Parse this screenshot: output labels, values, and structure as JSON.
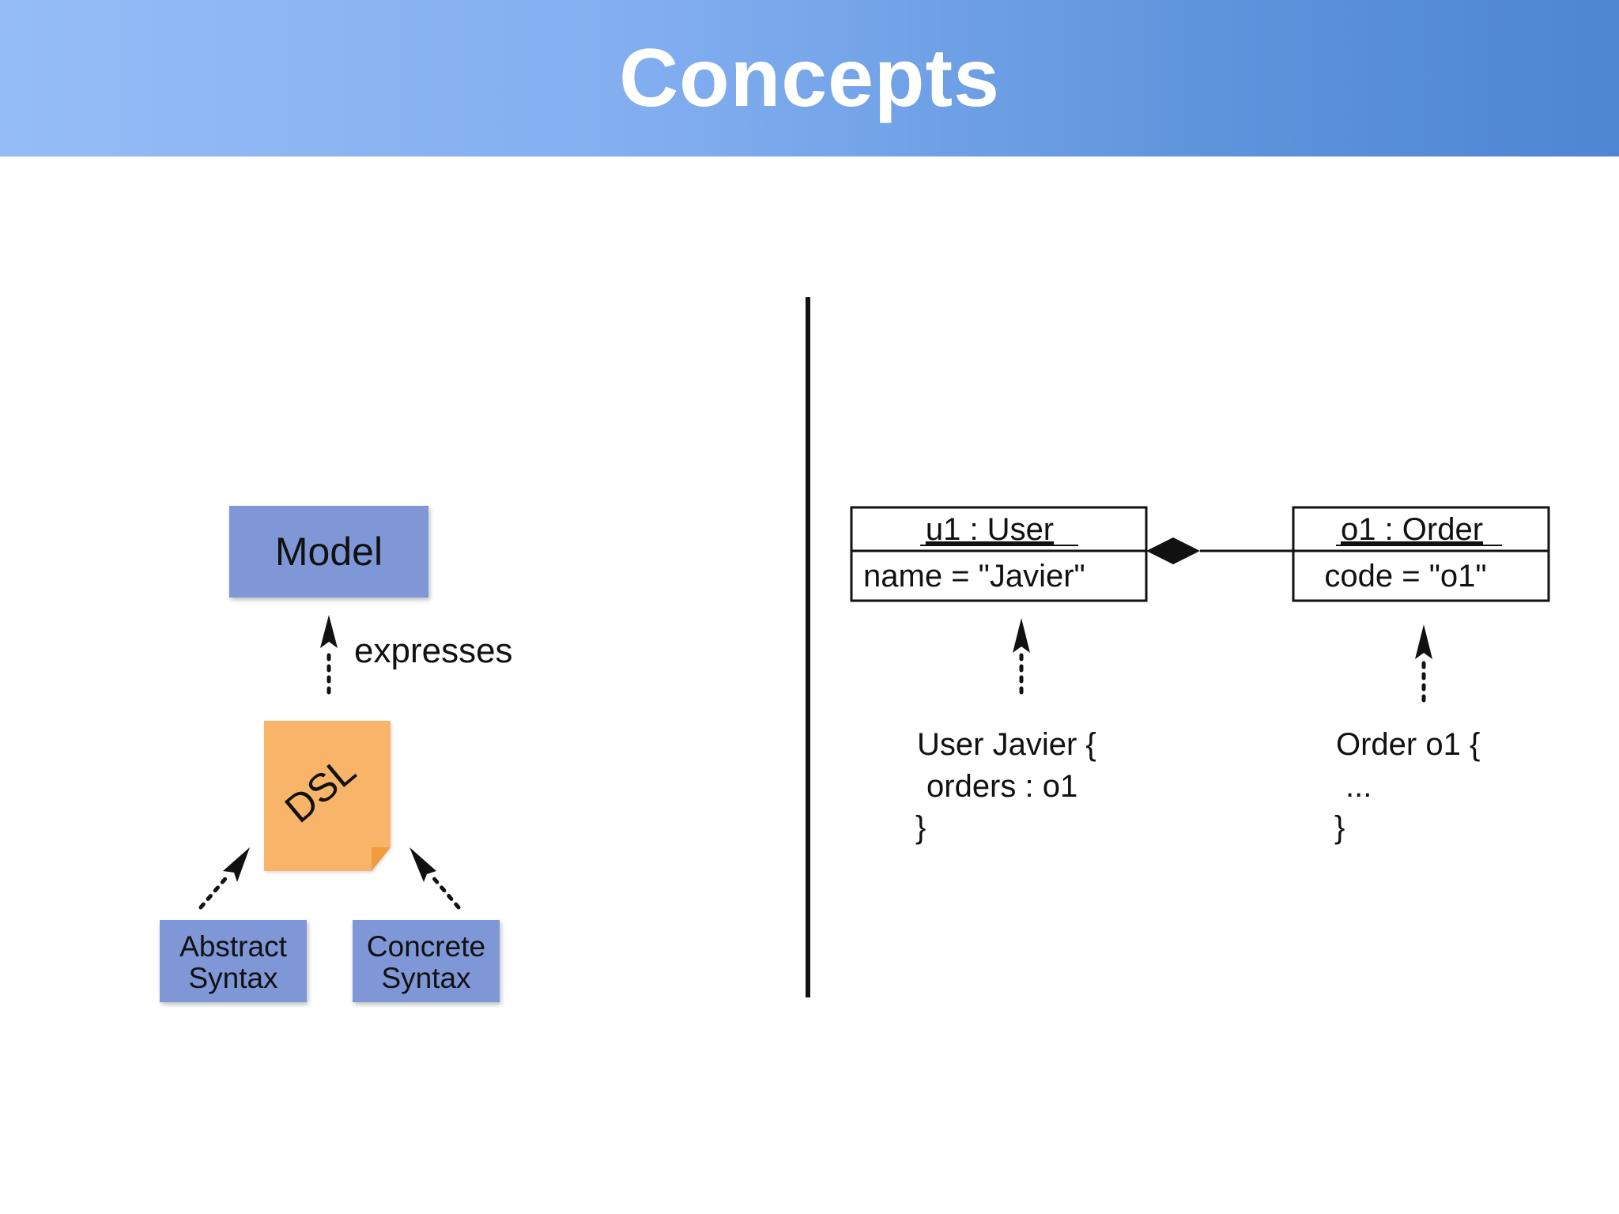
{
  "slide": {
    "title": "Concepts"
  },
  "left_diagram": {
    "model_label": "Model",
    "expresses_label": "expresses",
    "dsl_label": "DSL",
    "abstract_syntax": {
      "line1": "Abstract",
      "line2": "Syntax"
    },
    "concrete_syntax": {
      "line1": "Concrete",
      "line2": "Syntax"
    }
  },
  "right_diagram": {
    "user_object": {
      "header": "u1 : User",
      "attribute": "name = \"Javier\""
    },
    "order_object": {
      "header": "o1 : Order",
      "attribute": "code = \"o1\""
    },
    "user_code": {
      "line1": "User Javier {",
      "line2": "orders : o1",
      "line3": "}"
    },
    "order_code": {
      "line1": "Order o1 {",
      "line2": "...",
      "line3": "}"
    }
  },
  "colors": {
    "header_gradient_start": "#95bcf6",
    "header_gradient_end": "#4f86d2",
    "box_blue": "#7f97d6",
    "dsl_orange": "#f8b56a",
    "dsl_fold": "#f19a3e"
  }
}
